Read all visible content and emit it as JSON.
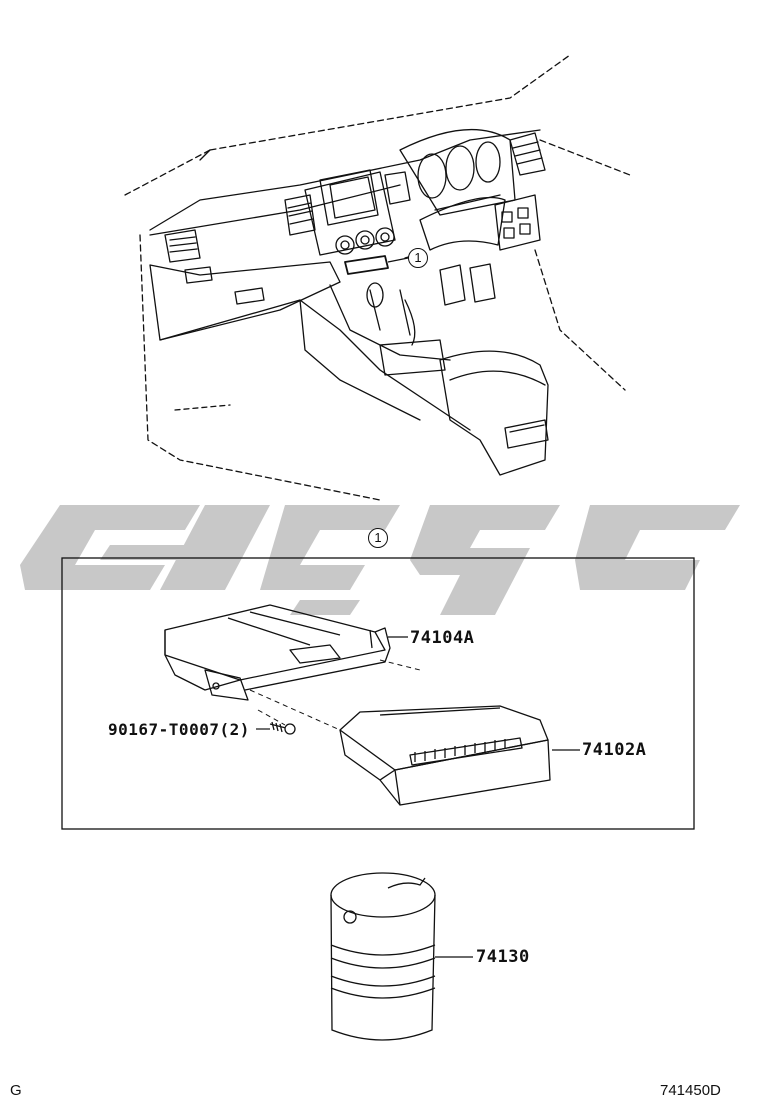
{
  "callout": {
    "ref": "1"
  },
  "parts": {
    "p1": "74104A",
    "p2": "74102A",
    "p3": "90167-T0007(2)",
    "p4": "74130"
  },
  "footer": {
    "left": "G",
    "right": "741450D"
  }
}
